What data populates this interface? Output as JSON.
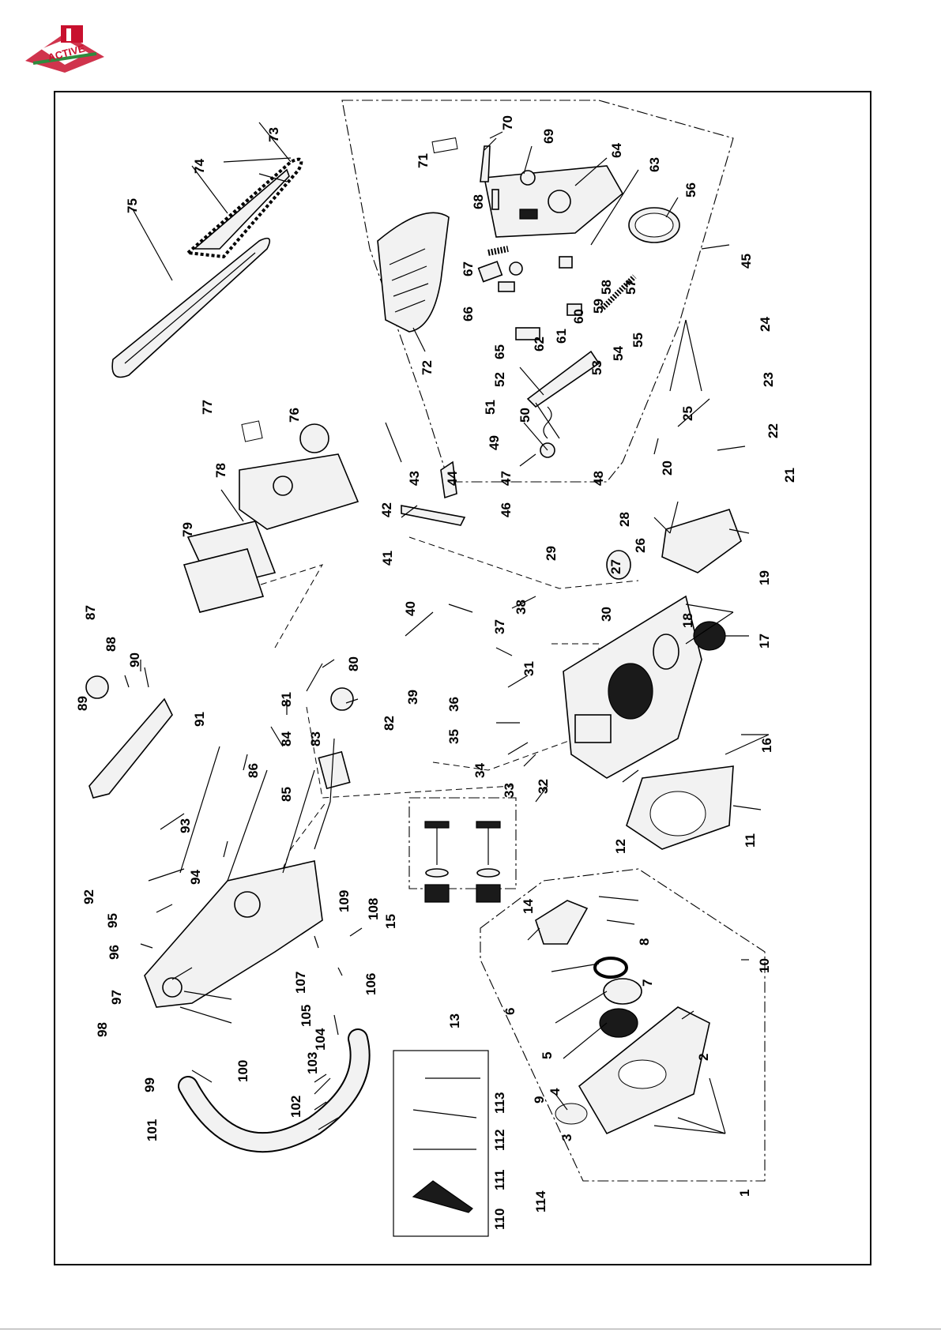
{
  "logo": {
    "text": "ACTIVE",
    "colors": {
      "red": "#c8102e",
      "green": "#2e8b3e"
    }
  },
  "part_numbers": [
    "1",
    "2",
    "3",
    "4",
    "5",
    "6",
    "7",
    "8",
    "9",
    "10",
    "11",
    "12",
    "13",
    "14",
    "15",
    "16",
    "17",
    "18",
    "19",
    "20",
    "21",
    "22",
    "23",
    "24",
    "25",
    "26",
    "27",
    "28",
    "29",
    "30",
    "31",
    "32",
    "33",
    "34",
    "35",
    "36",
    "37",
    "38",
    "39",
    "40",
    "41",
    "42",
    "43",
    "44",
    "45",
    "46",
    "47",
    "48",
    "49",
    "50",
    "51",
    "52",
    "53",
    "54",
    "55",
    "56",
    "57",
    "58",
    "59",
    "60",
    "61",
    "62",
    "63",
    "64",
    "65",
    "66",
    "67",
    "68",
    "69",
    "70",
    "71",
    "72",
    "73",
    "74",
    "75",
    "76",
    "77",
    "78",
    "79",
    "80",
    "81",
    "82",
    "83",
    "84",
    "85",
    "86",
    "87",
    "88",
    "89",
    "90",
    "91",
    "92",
    "93",
    "94",
    "95",
    "96",
    "97",
    "98",
    "99",
    "100",
    "101",
    "102",
    "103",
    "104",
    "105",
    "106",
    "107",
    "108",
    "109",
    "110",
    "111",
    "112",
    "113",
    "114"
  ],
  "footer": {
    "text": ""
  }
}
